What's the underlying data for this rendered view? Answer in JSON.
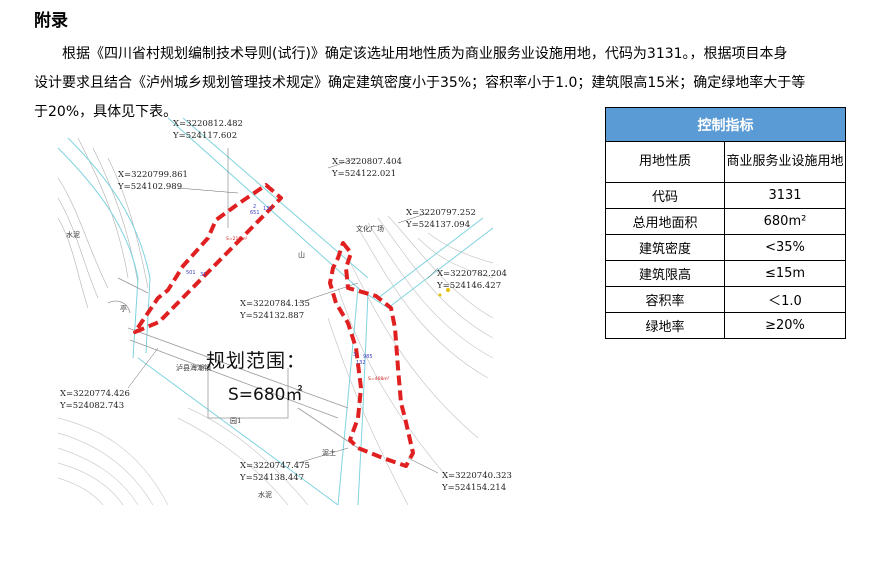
{
  "heading": "附录",
  "paragraph": {
    "line1": "根据《四川省村规划编制技术导则(试行)》确定该选址用地性质为商业服务业设施用地，代码为3131。，根据项目本身",
    "line2": "设计要求且结合《泸州城乡规划管理技术规定》确定建筑密度小于35%；容积率小于1.0；建筑限高15米；确定绿地率大于等",
    "line3": "于20%，具体见下表。"
  },
  "map": {
    "scope_title": "规划范围：",
    "scope_area": "S=680㎡",
    "labels": {
      "road_a": "水泥",
      "road_b": "水泥",
      "hill": "山",
      "culture": "文化广场",
      "county": "泸县海潮镇",
      "road_c": "泥土",
      "field": "园1",
      "ting": "亭"
    },
    "coords": [
      {
        "x": "X=3220812.482",
        "y": "Y=524117.602"
      },
      {
        "x": "X=3220807.404",
        "y": "Y=524122.021"
      },
      {
        "x": "X=3220799.861",
        "y": "Y=524102.989"
      },
      {
        "x": "X=3220797.252",
        "y": "Y=524137.094"
      },
      {
        "x": "X=3220782.204",
        "y": "Y=524146.427"
      },
      {
        "x": "X=3220784.135",
        "y": "Y=524132.887"
      },
      {
        "x": "X=3220774.426",
        "y": "Y=524082.743"
      },
      {
        "x": "X=3220747.475",
        "y": "Y=524138.447"
      },
      {
        "x": "X=3220740.323",
        "y": "Y=524154.214"
      }
    ]
  },
  "table": {
    "header": "控制指标",
    "rows": [
      {
        "name": "用地性质",
        "value": "商业服务业设施用地"
      },
      {
        "name": "代码",
        "value": "3131"
      },
      {
        "name": "总用地面积",
        "value": "680m²"
      },
      {
        "name": "建筑密度",
        "value": "<35%"
      },
      {
        "name": "建筑限高",
        "value": "≤15m"
      },
      {
        "name": "容积率",
        "value": "＜1.0"
      },
      {
        "name": "绿地率",
        "value": "≥20%"
      }
    ]
  }
}
